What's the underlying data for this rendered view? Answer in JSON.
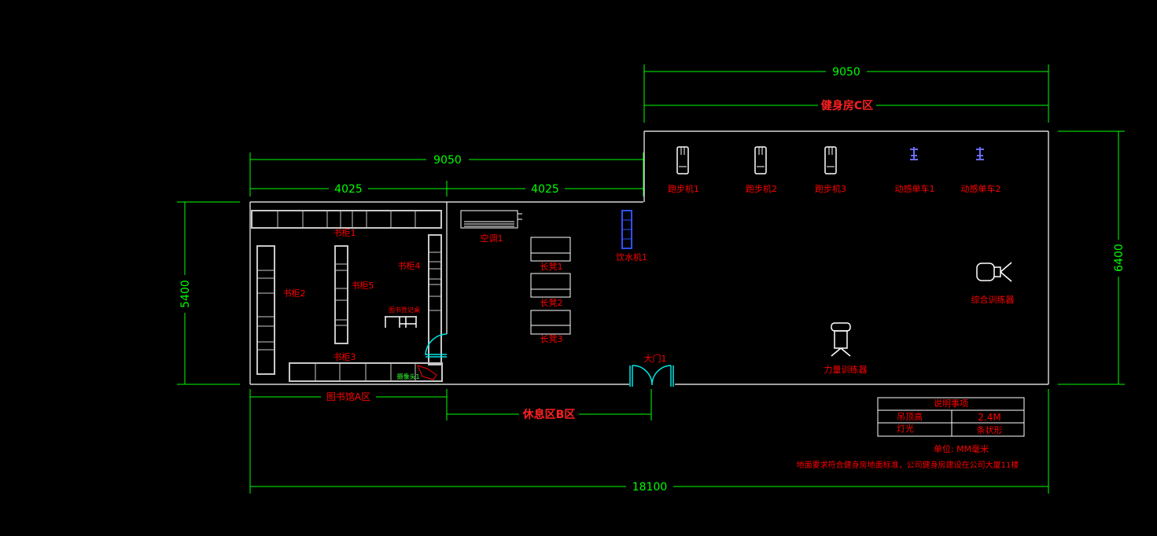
{
  "dimensions": {
    "c_width": "9050",
    "ab_width": "9050",
    "a_width": "4025",
    "b_width": "4025",
    "ab_height": "5400",
    "c_height": "6400",
    "total_width": "18100"
  },
  "zones": {
    "a": "图书馆A区",
    "b": "休息区B区",
    "c": "健身房C区"
  },
  "library": {
    "shelf1": "书柜1",
    "shelf2": "书柜2",
    "shelf3": "书柜3",
    "shelf4": "书柜4",
    "shelf5": "书柜5",
    "desk": "图书登记桌",
    "camera": "摄像头1"
  },
  "lounge": {
    "ac": "空调1",
    "bench1": "长凳1",
    "bench2": "长凳2",
    "bench3": "长凳3",
    "water": "饮水机1",
    "door": "大门1"
  },
  "gym": {
    "treadmill1": "跑步机1",
    "treadmill2": "跑步机2",
    "treadmill3": "跑步机3",
    "bike1": "动感单车1",
    "bike2": "动感单车2",
    "multi_trainer": "综合训练器",
    "strength_trainer": "力量训练器"
  },
  "notes_table": {
    "title": "说明事项",
    "rows": [
      {
        "label": "吊顶高",
        "value": "2.4M"
      },
      {
        "label": "灯光",
        "value": "条状形"
      }
    ]
  },
  "unit_note": "单位:  MM毫米",
  "footer_note": "地面要求符合健身房地面标准，公司健身房建设在公司大厦11楼",
  "colors": {
    "dimension": "#00ff00",
    "label": "#ff0000",
    "door": "#00e5e5",
    "bike": "#6b6bff"
  }
}
